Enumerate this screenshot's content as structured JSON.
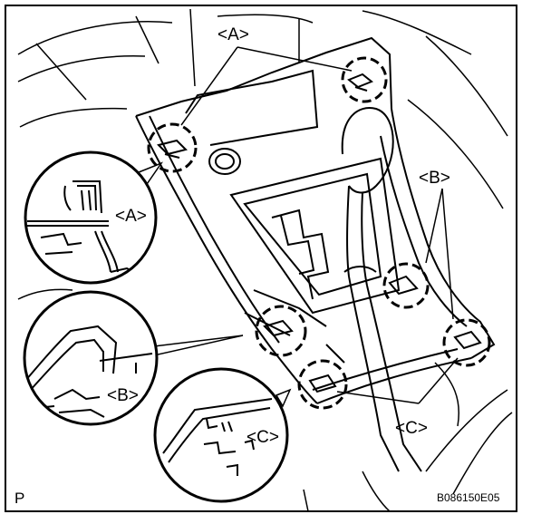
{
  "diagram": {
    "labels": {
      "a_top": "<A>",
      "a_inset": "<A>",
      "b_right": "<B>",
      "b_inset": "<B>",
      "c_inset": "<C>",
      "c_bottom": "<C>"
    },
    "corner_mark": "P",
    "figure_code": "B086150E05"
  }
}
